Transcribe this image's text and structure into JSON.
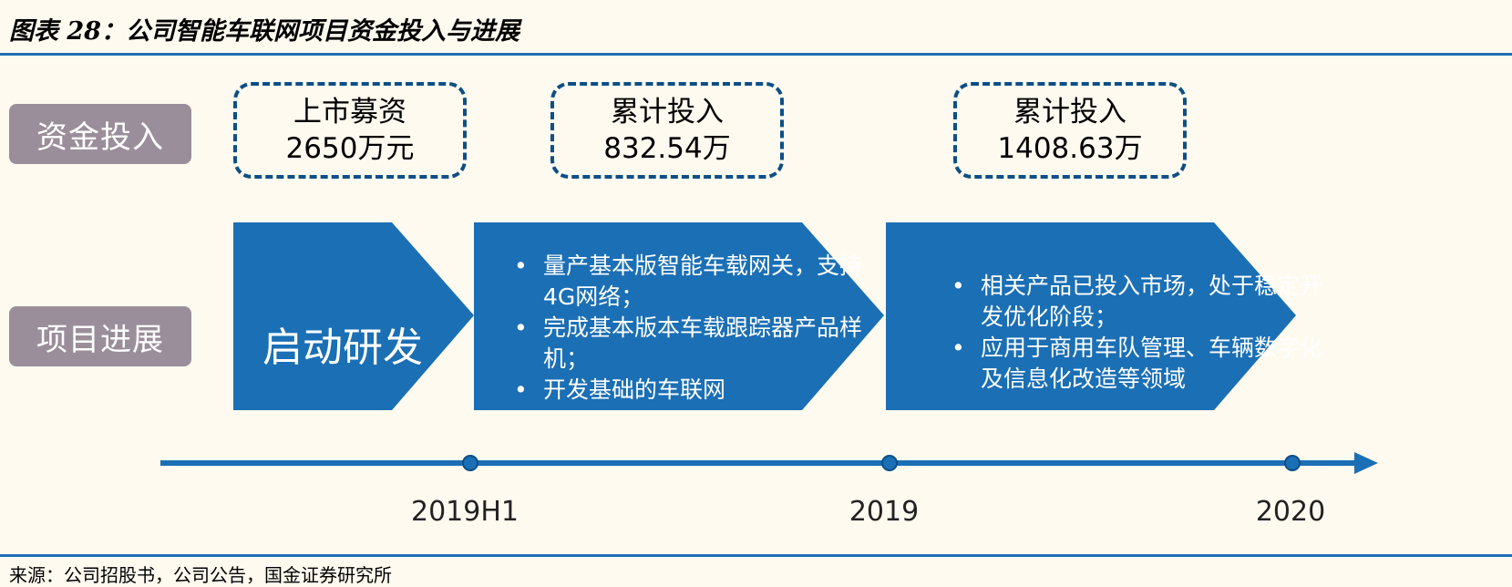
{
  "figure": {
    "title": "图表 28：公司智能车联网项目资金投入与进展",
    "source": "来源：公司招股书，公司公告，国金证券研究所"
  },
  "row_labels": {
    "funding": "资金投入",
    "progress": "项目进展"
  },
  "funding_boxes": [
    {
      "line1": "上市募资",
      "line2": "2650万元"
    },
    {
      "line1": "累计投入",
      "line2": "832.54万"
    },
    {
      "line1": "累计投入",
      "line2": "1408.63万"
    }
  ],
  "stages": [
    {
      "title": "启动研发"
    },
    {
      "bullets": [
        "量产基本版智能车载网关，支持4G网络；",
        "完成基本版本车载跟踪器产品样机；",
        "开发基础的车联网"
      ]
    },
    {
      "bullets": [
        "相关产品已投入市场，处于稳定开发优化阶段；",
        "应用于商用车队管理、车辆数字化及信息化改造等领域"
      ]
    }
  ],
  "timeline": {
    "labels": [
      "2019H1",
      "2019",
      "2020"
    ]
  },
  "colors": {
    "background": "#fefaf0",
    "primary_blue": "#1b6fb5",
    "label_gray": "#9b8e9b",
    "dashed_border": "#0d4f86"
  }
}
